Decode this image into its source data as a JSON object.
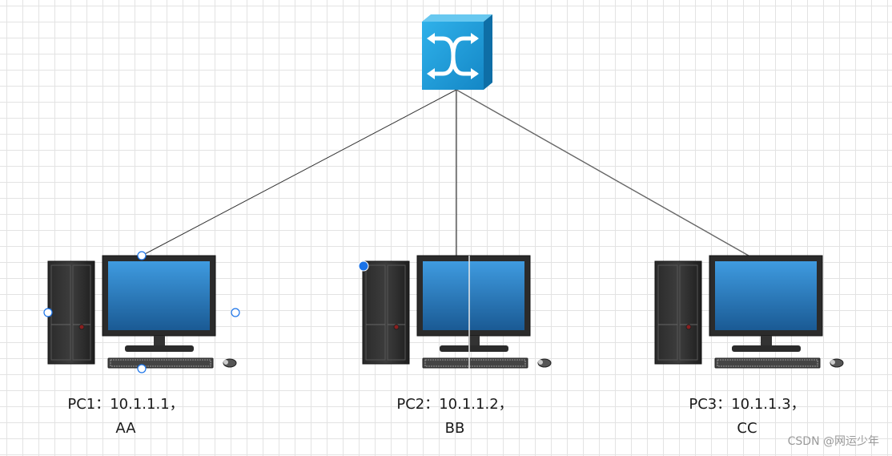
{
  "diagram": {
    "switch": {
      "icon": "network-switch-icon",
      "color": "#1e9ad6"
    },
    "computers": [
      {
        "id": "pc1",
        "ip_line": "PC1：10.1.1.1，",
        "mac": "AA"
      },
      {
        "id": "pc2",
        "ip_line": "PC2：10.1.1.2，",
        "mac": "BB"
      },
      {
        "id": "pc3",
        "ip_line": "PC3：10.1.1.3，",
        "mac": "CC"
      }
    ],
    "colors": {
      "screen_top": "#3f9be0",
      "screen_bottom": "#1a5a94",
      "link": "#333333",
      "selection_handle": "#1a73e8"
    }
  },
  "watermark": "CSDN @网运少年"
}
